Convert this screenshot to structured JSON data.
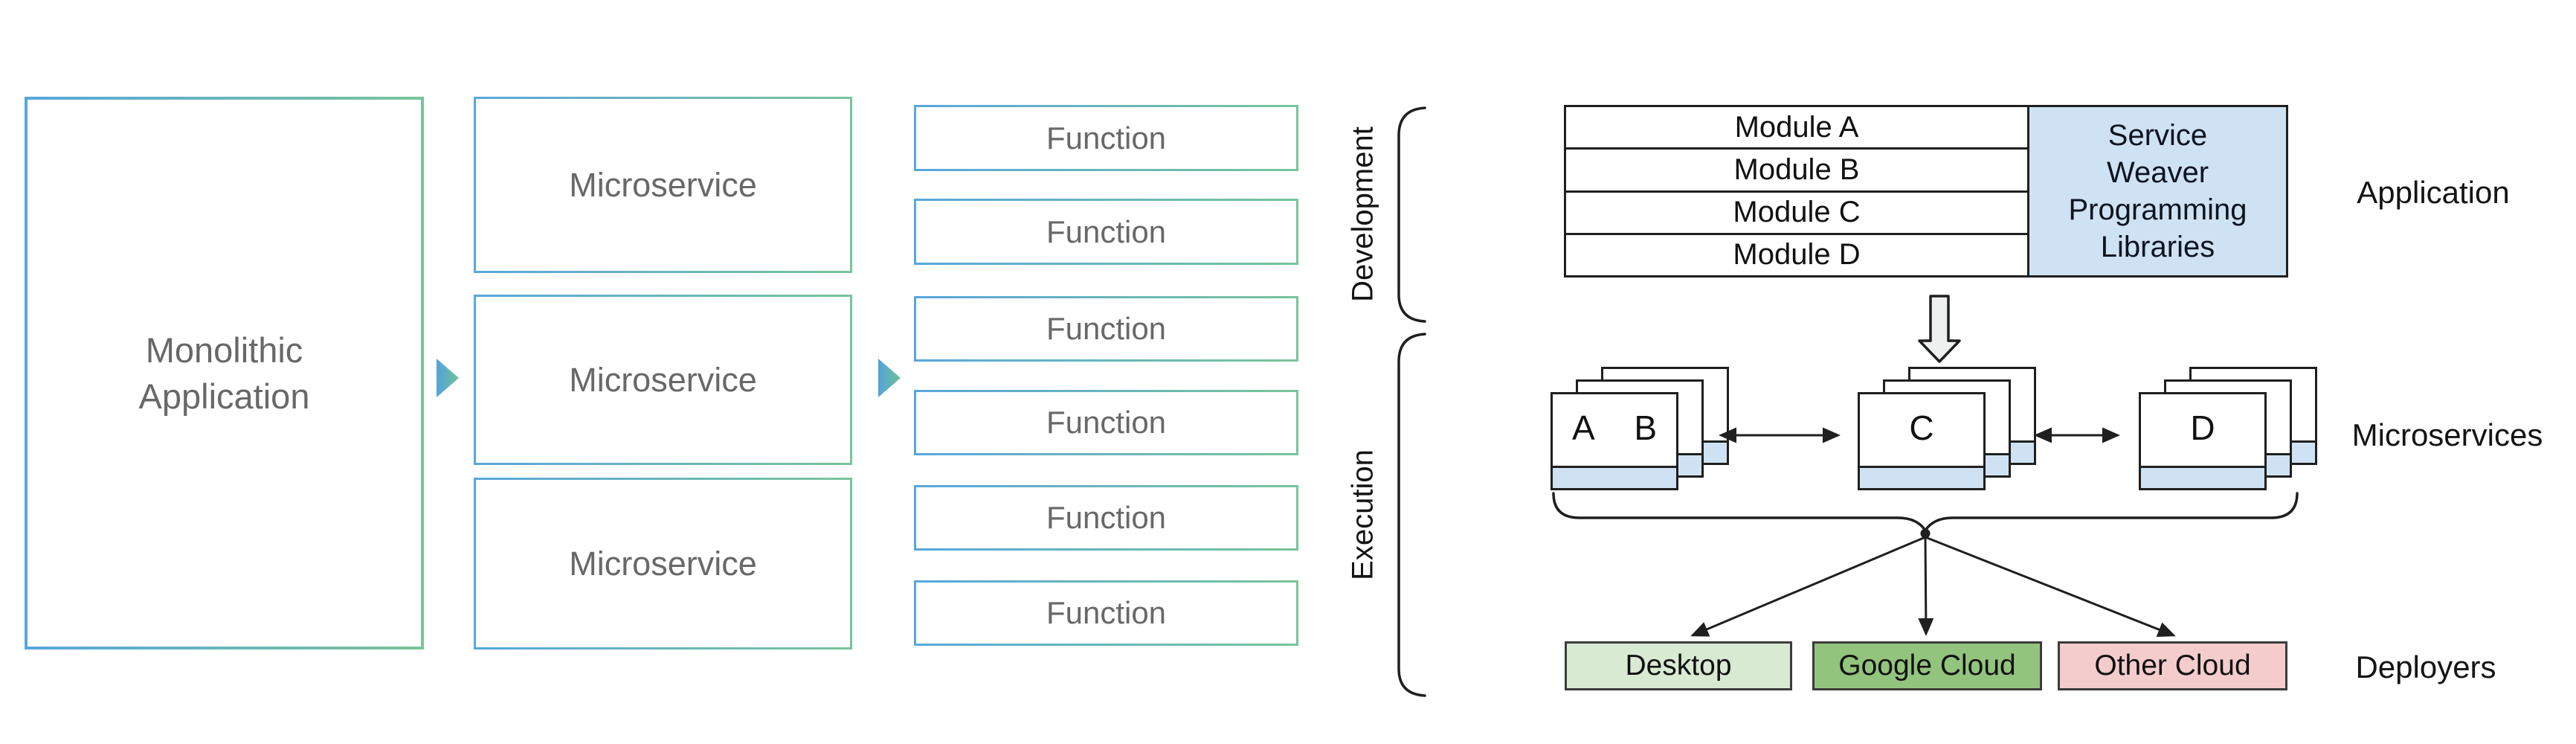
{
  "palette": {
    "gradient_start": "#58a7dd",
    "gradient_end": "#79c49a",
    "muted_text": "#686868",
    "line_color": "#1f1f1f",
    "light_blue": "#cfe2f3",
    "hollow_arrow_fill": "#eef0ef",
    "desktop_green": "#d9ead3",
    "google_cloud_green": "#93c47d",
    "other_cloud_pink": "#f4cccc"
  },
  "left_flow": {
    "monolith": {
      "line1": "Monolithic",
      "line2": "Application"
    },
    "microservice_labels": [
      "Microservice",
      "Microservice",
      "Microservice"
    ],
    "function_labels": [
      "Function",
      "Function",
      "Function",
      "Function",
      "Function",
      "Function"
    ]
  },
  "stages": {
    "development": "Development",
    "execution": "Execution"
  },
  "application_table": {
    "modules": [
      "Module A",
      "Module B",
      "Module C",
      "Module D"
    ],
    "library_lines": [
      "Service",
      "Weaver",
      "Programming",
      "Libraries"
    ]
  },
  "microservice_stacks": [
    {
      "letters": [
        "A",
        "B"
      ]
    },
    {
      "letters": [
        "C"
      ]
    },
    {
      "letters": [
        "D"
      ]
    }
  ],
  "deployers": [
    {
      "label": "Desktop",
      "color": "#d9ead3"
    },
    {
      "label": "Google Cloud",
      "color": "#93c47d"
    },
    {
      "label": "Other Cloud",
      "color": "#f4cccc"
    }
  ],
  "row_labels": {
    "application": "Application",
    "microservices": "Microservices",
    "deployers": "Deployers"
  }
}
